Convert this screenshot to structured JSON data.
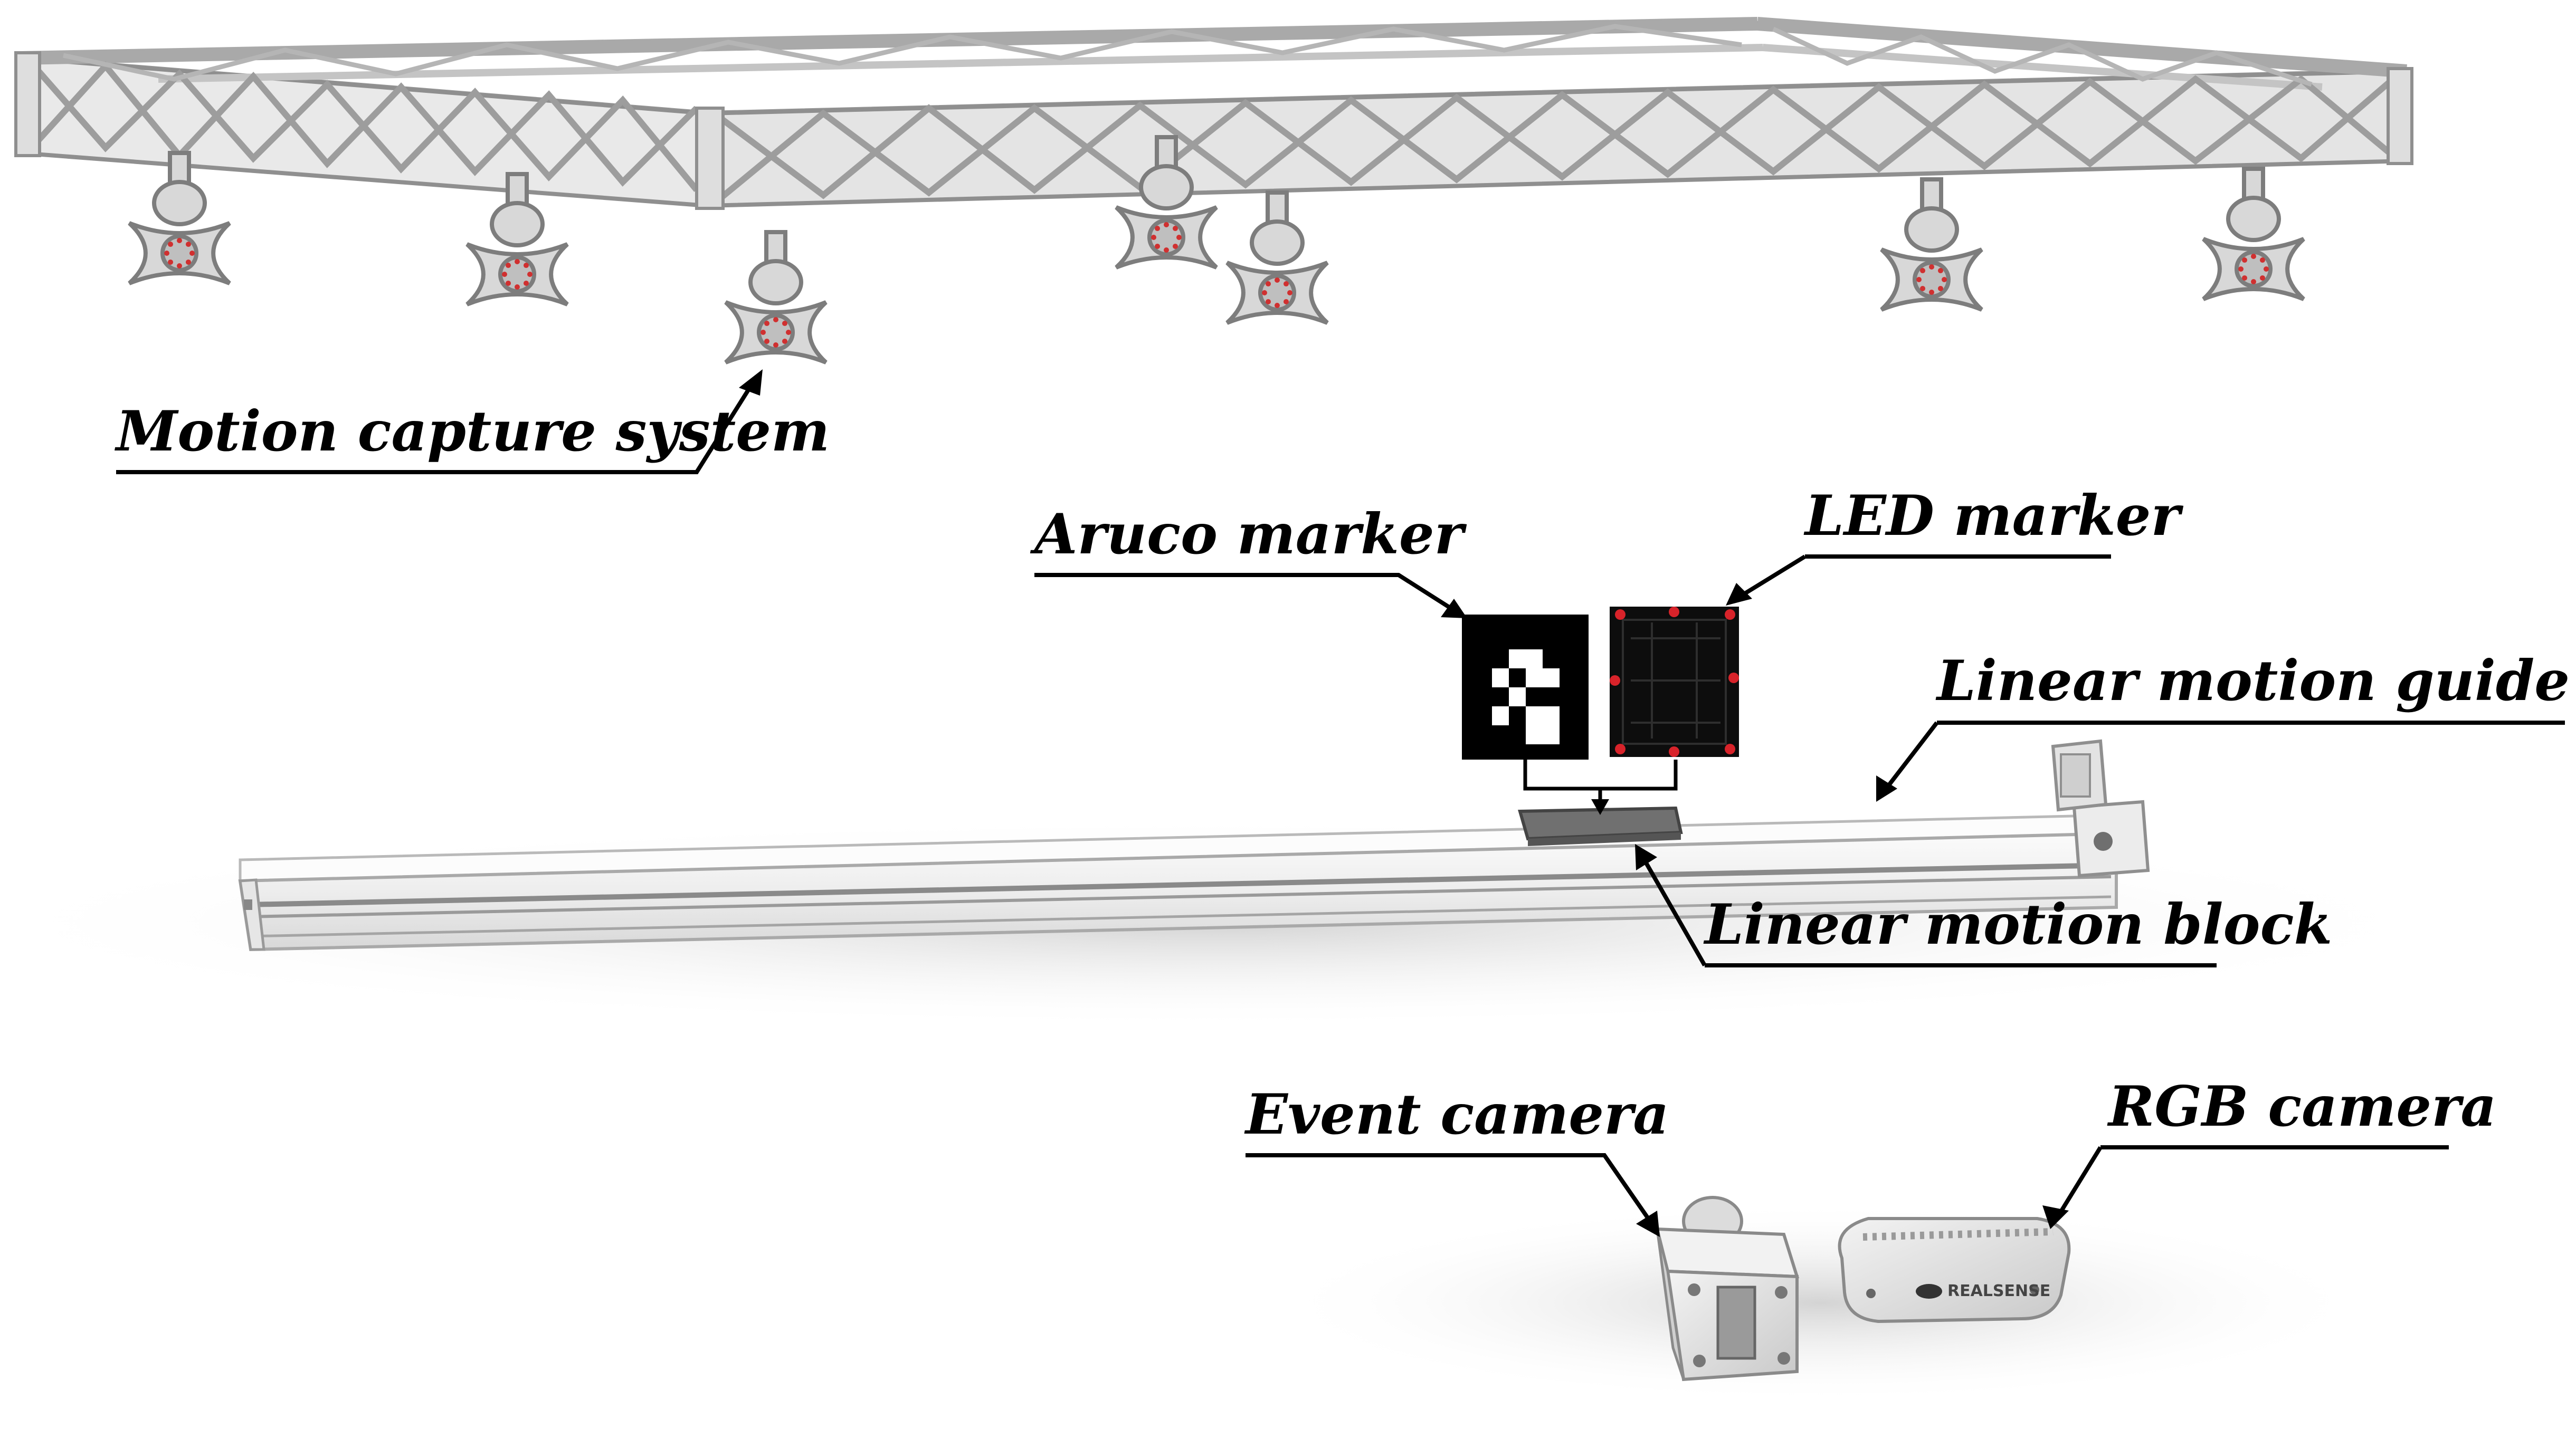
{
  "labels": {
    "motion_capture": "Motion capture system",
    "aruco": "Aruco marker",
    "led": "LED marker",
    "guide_rail": "Linear motion guide rail",
    "block": "Linear motion block",
    "event_camera": "Event camera",
    "rgb_camera": "RGB camera"
  },
  "rgb_camera_brand": "REALSENSE",
  "colors": {
    "truss": "#dcdcdc",
    "truss_edge": "#8f8f8f",
    "rail": "#f4f4f4",
    "ink": "#000000"
  }
}
